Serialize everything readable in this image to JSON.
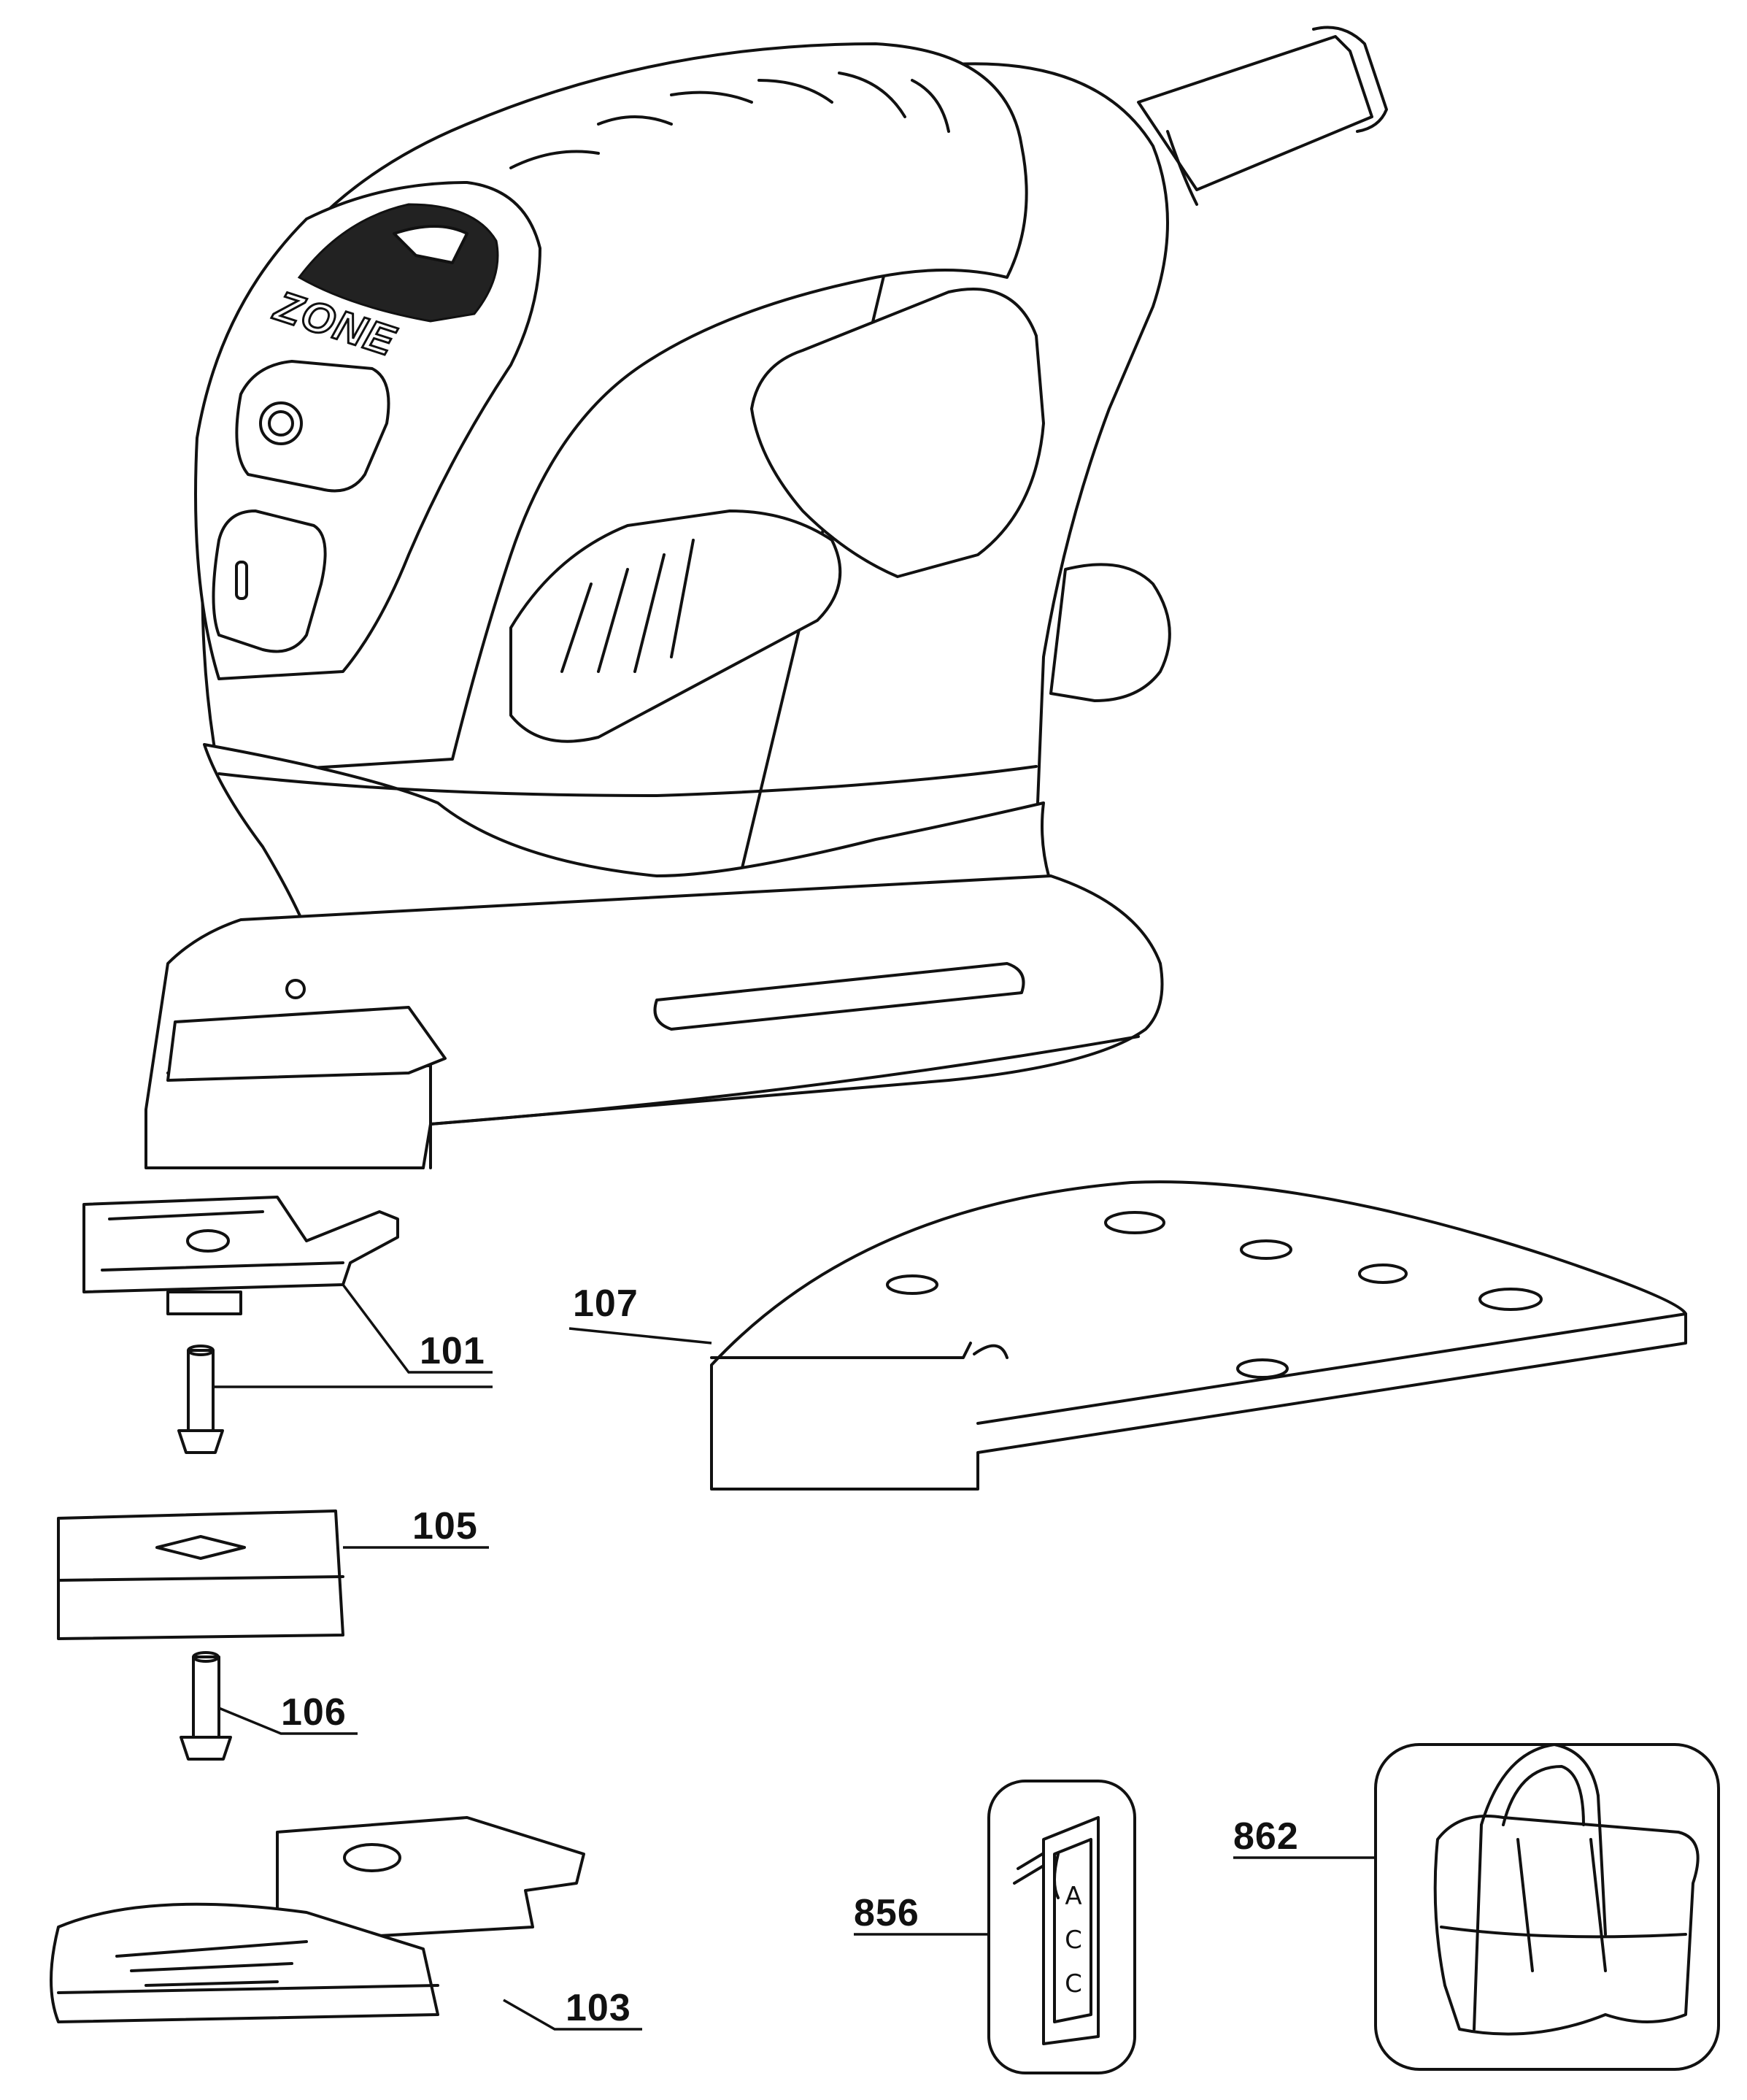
{
  "diagram": {
    "logo_text": "ZONE",
    "callouts": [
      {
        "id": "101",
        "label": "101"
      },
      {
        "id": "103",
        "label": "103"
      },
      {
        "id": "105",
        "label": "105"
      },
      {
        "id": "106",
        "label": "106"
      },
      {
        "id": "107",
        "label": "107"
      },
      {
        "id": "856",
        "label": "856"
      },
      {
        "id": "862",
        "label": "862"
      }
    ],
    "tag_letters": [
      "A",
      "C",
      "C"
    ]
  }
}
